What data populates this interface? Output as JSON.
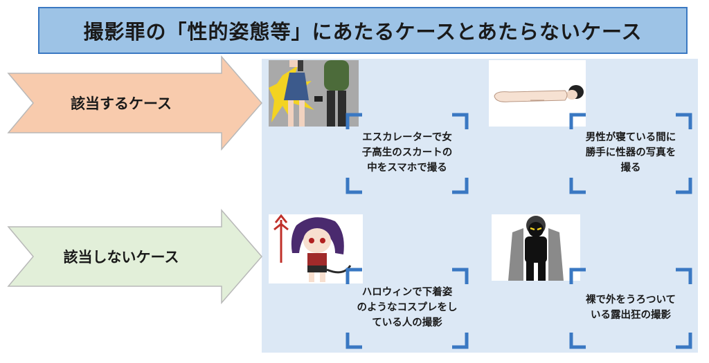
{
  "title": "撮影罪の「性的姿態等」にあたるケースとあたらないケース",
  "rows": [
    {
      "label": "該当するケース",
      "arrow_color": "#f8cbad",
      "cases": [
        {
          "caption": "エスカレーターで女\n子高生のスカートの\n中をスマホで撮る",
          "image": "escalator-skirt-photo-illustration"
        },
        {
          "caption": "男性が寝ている間に\n勝手に性器の写真を\n撮る",
          "image": "sleeping-man-illustration"
        }
      ]
    },
    {
      "label": "該当しないケース",
      "arrow_color": "#e2efd9",
      "cases": [
        {
          "caption": "ハロウィンで下着姿\nのようなコスプレをし\nている人の撮影",
          "image": "halloween-devil-cosplay-illustration"
        },
        {
          "caption": "裸で外をうろついて\nいる露出狂の撮影",
          "image": "flasher-silhouette-illustration"
        }
      ]
    }
  ],
  "colors": {
    "title_bg": "#9dc3e6",
    "panel_bg": "#dce8f5",
    "corner_accent": "#3a78c2"
  }
}
